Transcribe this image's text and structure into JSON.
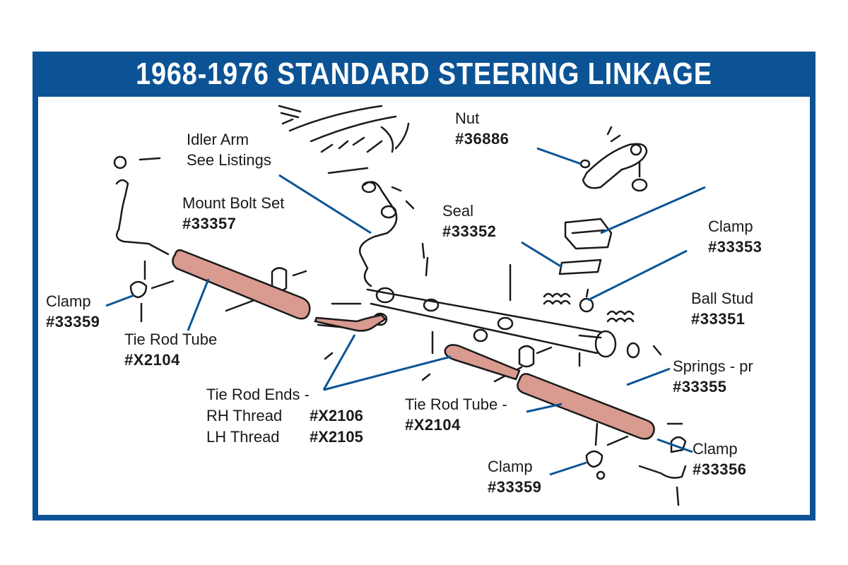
{
  "title": "1968-1976 STANDARD STEERING LINKAGE",
  "colors": {
    "frame": "#0b5395",
    "leader": "#0b5395",
    "tube_fill": "#d99a90",
    "ink": "#1a1a1a"
  },
  "labels": {
    "idler_arm": {
      "name": "Idler Arm",
      "note": "See Listings"
    },
    "nut": {
      "name": "Nut",
      "part": "#36886"
    },
    "mount_bolt_set": {
      "name": "Mount Bolt Set",
      "part": "#33357"
    },
    "seal": {
      "name": "Seal",
      "part": "#33352"
    },
    "clamp_33353": {
      "name": "Clamp",
      "part": "#33353"
    },
    "ball_stud": {
      "name": "Ball Stud",
      "part": "#33351"
    },
    "clamp_left": {
      "name": "Clamp",
      "part": "#33359"
    },
    "tie_rod_tube_left": {
      "name": "Tie Rod Tube",
      "part": "#X2104"
    },
    "springs": {
      "name": "Springs - pr",
      "part": "#33355"
    },
    "tie_rod_ends": {
      "name": "Tie Rod Ends -",
      "rh_label": "RH Thread",
      "rh_part": "#X2106",
      "lh_label": "LH Thread",
      "lh_part": "#X2105"
    },
    "tie_rod_tube_right": {
      "name": "Tie Rod Tube -",
      "part": "#X2104"
    },
    "clamp_33356": {
      "name": "Clamp",
      "part": "#33356"
    },
    "clamp_bottom": {
      "name": "Clamp",
      "part": "#33359"
    }
  }
}
